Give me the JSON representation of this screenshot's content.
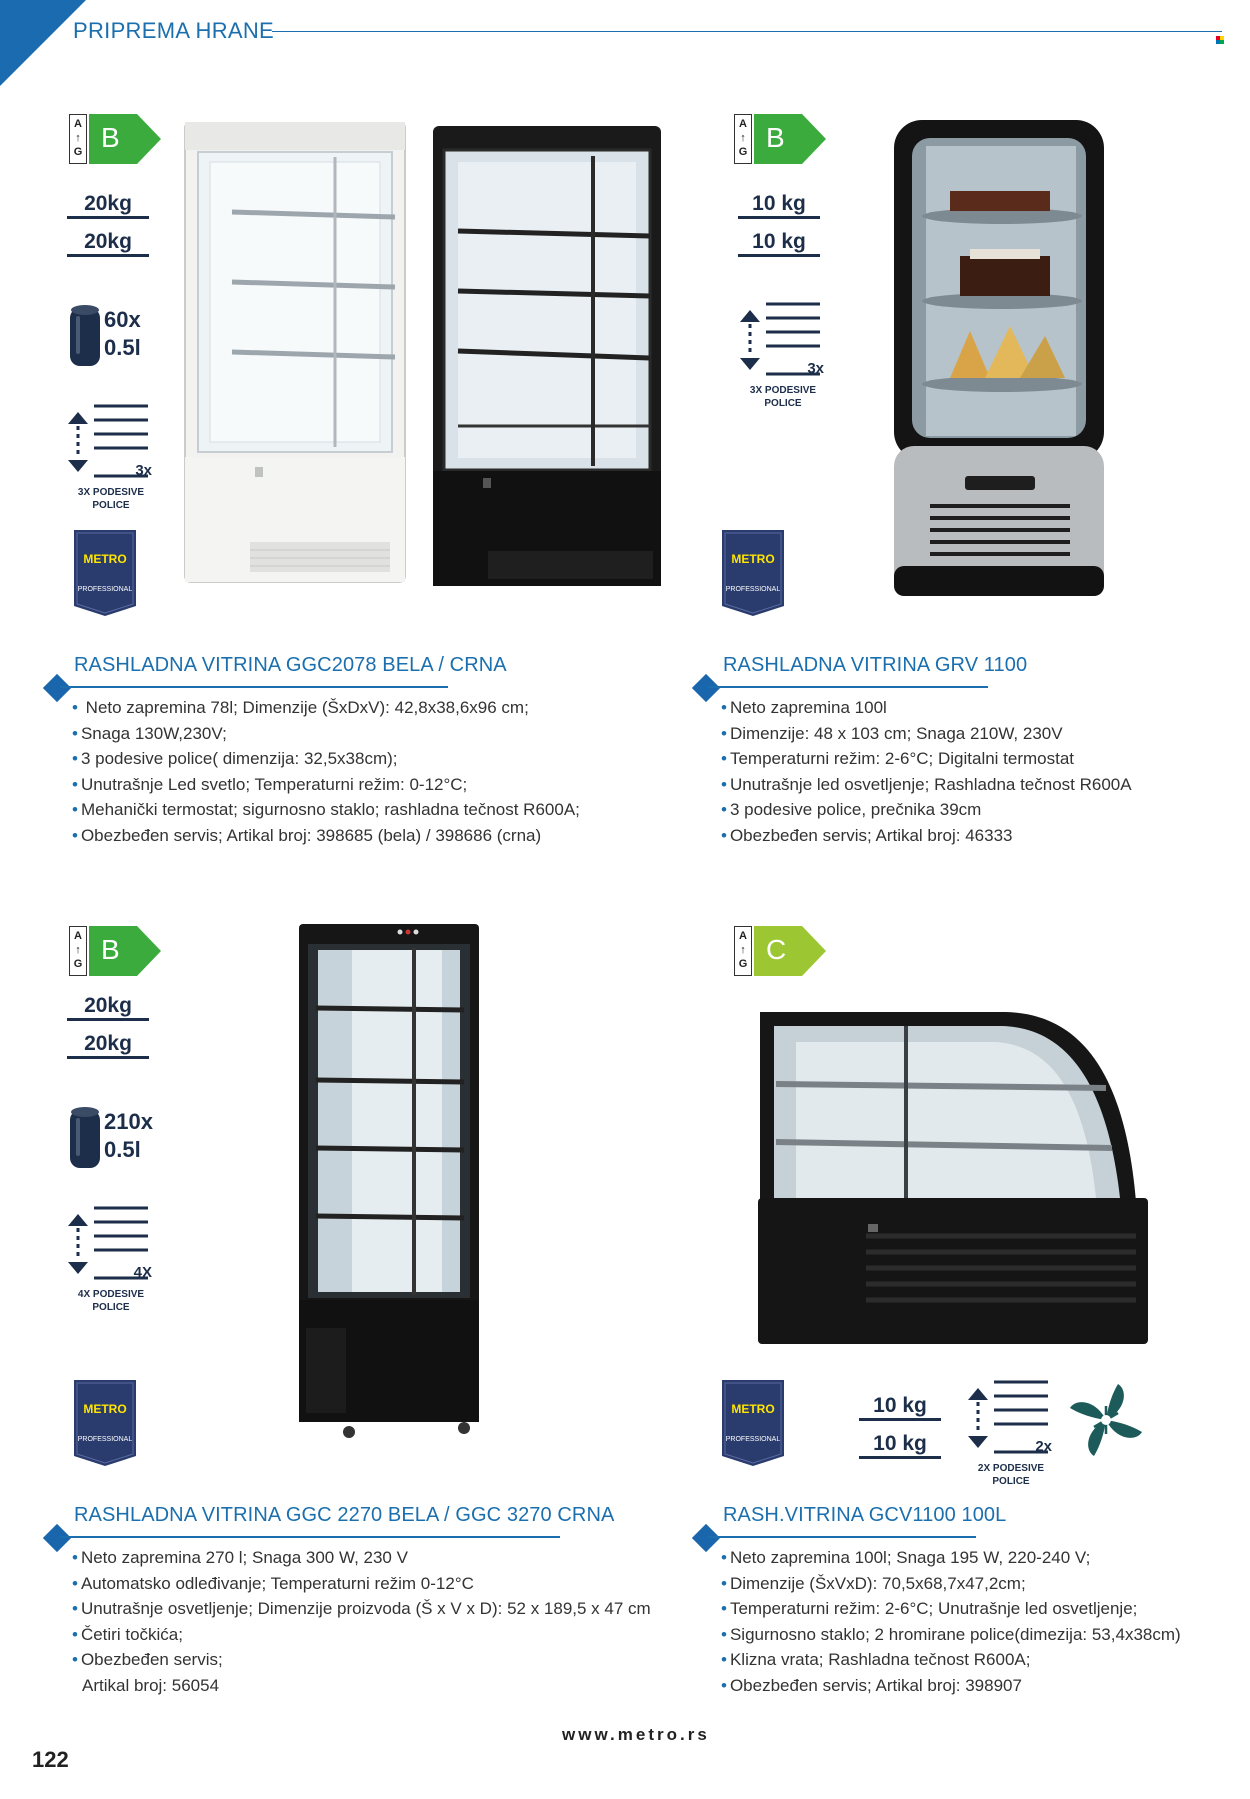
{
  "header": {
    "section": "PRIPREMA HRANE"
  },
  "colors": {
    "accent": "#1b6fae",
    "metro_blue": "#2a3b6e",
    "metro_yellow": "#ffe500",
    "energy_B": "#3bab3d",
    "energy_C": "#9cc733"
  },
  "products": [
    {
      "energy_scale": [
        "A",
        "↑",
        "G"
      ],
      "energy_class": "B",
      "weights": [
        "20kg",
        "20kg"
      ],
      "cans": [
        "60x",
        "0.5l"
      ],
      "shelves": {
        "count": "3x",
        "caption_line1": "3X PODESIVE",
        "caption_line2": "POLICE"
      },
      "metro": {
        "brand": "METRO",
        "sub": "PROFESSIONAL"
      },
      "title": "RASHLADNA VITRINA GGC2078 BELA / CRNA",
      "specs": [
        " Neto zapremina 78l; Dimenzije (ŠxDxV): 42,8x38,6x96 cm;",
        "Snaga 130W,230V;",
        "3 podesive police( dimenzija: 32,5x38cm);",
        "Unutrašnje Led svetlo; Temperaturni režim: 0-12°C;",
        "Mehanički termostat; sigurnosno staklo; rashladna tečnost R600A;",
        "Obezbeđen servis; Artikal broj: 398685 (bela) / 398686 (crna)"
      ]
    },
    {
      "energy_scale": [
        "A",
        "↑",
        "G"
      ],
      "energy_class": "B",
      "weights": [
        "10 kg",
        "10 kg"
      ],
      "shelves": {
        "count": "3x",
        "caption_line1": "3X PODESIVE",
        "caption_line2": "POLICE"
      },
      "metro": {
        "brand": "METRO",
        "sub": "PROFESSIONAL"
      },
      "title": "RASHLADNA VITRINA GRV 1100",
      "specs": [
        "Neto zapremina 100l",
        "Dimenzije: 48 x 103 cm; Snaga 210W, 230V",
        "Temperaturni režim: 2-6°C; Digitalni termostat",
        "Unutrašnje led osvetljenje; Rashladna tečnost R600A",
        "3 podesive police, prečnika 39cm",
        "Obezbeđen servis; Artikal broj: 46333"
      ]
    },
    {
      "energy_scale": [
        "A",
        "↑",
        "G"
      ],
      "energy_class": "B",
      "weights": [
        "20kg",
        "20kg"
      ],
      "cans": [
        "210x",
        "0.5l"
      ],
      "shelves": {
        "count": "4X",
        "caption_line1": "4X PODESIVE",
        "caption_line2": "POLICE"
      },
      "metro": {
        "brand": "METRO",
        "sub": "PROFESSIONAL"
      },
      "title": "RASHLADNA VITRINA GGC 2270 BELA / GGC 3270 CRNA",
      "specs": [
        "Neto zapremina 270 l; Snaga 300 W, 230 V",
        "Automatsko odleđivanje; Temperaturni režim 0-12°C",
        "Unutrašnje osvetljenje; Dimenzije proizvoda (Š x V x D): 52 x 189,5 x 47 cm",
        "Četiri točkića;",
        "Obezbeđen servis;",
        "Artikal broj: 56054"
      ]
    },
    {
      "energy_scale": [
        "A",
        "↑",
        "G"
      ],
      "energy_class": "C",
      "weights": [
        "10 kg",
        "10 kg"
      ],
      "shelves": {
        "count": "2x",
        "caption_line1": "2X PODESIVE",
        "caption_line2": "POLICE"
      },
      "metro": {
        "brand": "METRO",
        "sub": "PROFESSIONAL"
      },
      "title": "RASH.VITRINA GCV1100 100L",
      "specs": [
        "Neto zapremina 100l; Snaga 195 W, 220-240 V;",
        "Dimenzije (ŠxVxD): 70,5x68,7x47,2cm;",
        "Temperaturni režim: 2-6°C; Unutrašnje led osvetljenje;",
        "Sigurnosno staklo; 2 hromirane police(dimezija: 53,4x38cm)",
        "Klizna vrata; Rashladna tečnost R600A;",
        "Obezbeđen servis; Artikal broj: 398907"
      ]
    }
  ],
  "footer": {
    "website": "www.metro.rs",
    "page_number": "122"
  }
}
